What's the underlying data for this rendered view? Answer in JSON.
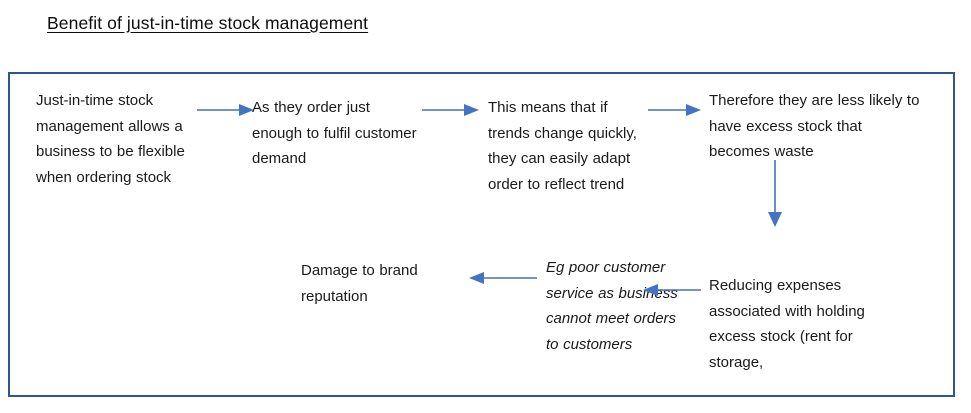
{
  "document": {
    "title": "Benefit of just-in-time stock management"
  },
  "colors": {
    "frame_border": "#2E5496",
    "arrow": "#4472C4",
    "text": "#1A1A1A",
    "background": "#FFFFFF"
  },
  "diagram": {
    "type": "flowchart",
    "nodes": [
      {
        "id": "node-1",
        "text": "Just-in-time stock management allows a business to be flexible when ordering stock",
        "style": "normal"
      },
      {
        "id": "node-2",
        "text": "As they order just enough to fulfil customer demand",
        "style": "normal"
      },
      {
        "id": "node-3",
        "text": "This means that if trends change quickly, they can easily adapt order to reflect trend",
        "style": "normal"
      },
      {
        "id": "node-4",
        "text": "Therefore they are less likely to have excess stock that becomes waste",
        "style": "normal"
      },
      {
        "id": "node-5",
        "text": "Reducing expenses associated with holding excess stock (rent for storage,",
        "style": "normal"
      },
      {
        "id": "node-6",
        "text": "Eg poor customer service as business cannot meet orders to customers",
        "style": "italic"
      },
      {
        "id": "node-7",
        "text": "Damage to brand reputation",
        "style": "normal"
      }
    ],
    "arrows": [
      {
        "id": "arrow-1",
        "direction": "right",
        "from": "node-1",
        "to": "node-2"
      },
      {
        "id": "arrow-2",
        "direction": "right",
        "from": "node-2",
        "to": "node-3"
      },
      {
        "id": "arrow-3",
        "direction": "right",
        "from": "node-3",
        "to": "node-4"
      },
      {
        "id": "arrow-4",
        "direction": "down",
        "from": "node-4",
        "to": "node-5"
      },
      {
        "id": "arrow-5",
        "direction": "left",
        "from": "node-6",
        "to": "node-7"
      },
      {
        "id": "arrow-6",
        "direction": "left",
        "from": "node-5",
        "to": "node-6"
      }
    ]
  }
}
